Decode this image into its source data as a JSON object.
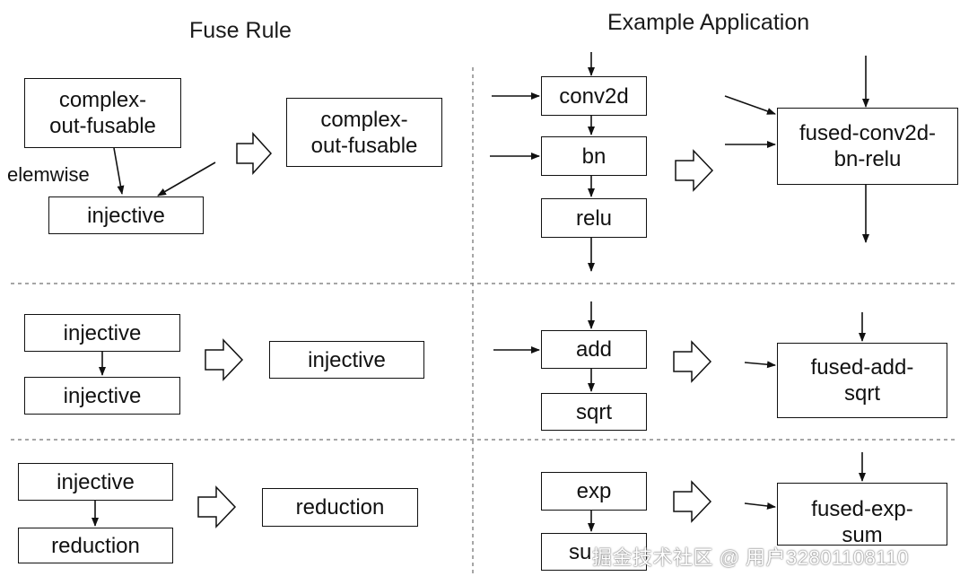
{
  "headers": {
    "left": "Fuse Rule",
    "right": "Example Application"
  },
  "row1": {
    "rule": {
      "source_line1": "complex-",
      "source_line2": "out-fusable",
      "edge_label": "elemwise",
      "target": "injective",
      "result_line1": "complex-",
      "result_line2": "out-fusable"
    },
    "example": {
      "op1": "conv2d",
      "op2": "bn",
      "op3": "relu",
      "fused_line1": "fused-conv2d-",
      "fused_line2": "bn-relu"
    }
  },
  "row2": {
    "rule": {
      "top": "injective",
      "bottom": "injective",
      "result": "injective"
    },
    "example": {
      "op1": "add",
      "op2": "sqrt",
      "fused_line1": "fused-add-",
      "fused_line2": "sqrt"
    }
  },
  "row3": {
    "rule": {
      "top": "injective",
      "bottom": "reduction",
      "result": "reduction"
    },
    "example": {
      "op1": "exp",
      "op2": "su",
      "fused_line1": "fused-exp-",
      "fused_line2": "sum"
    }
  },
  "watermark": {
    "text": "掘金技术社区 @ 用户32801108110"
  }
}
